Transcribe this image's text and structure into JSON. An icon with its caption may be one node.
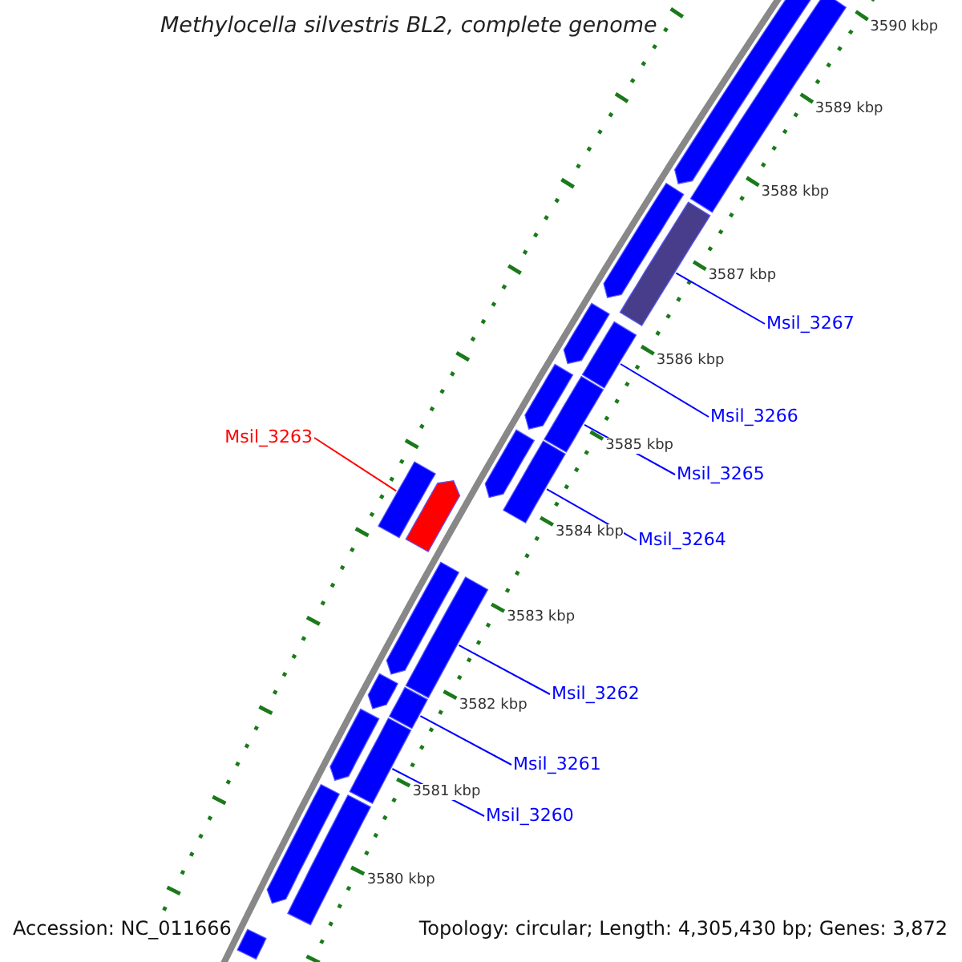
{
  "diagram": {
    "title": "Methylocella silvestris BL2, complete genome",
    "nodes": [
      {
        "text": [
          "Msil_3267"
        ]
      },
      {
        "text": [
          "Msil_3266"
        ]
      },
      {
        "text": [
          "Msil_3263"
        ]
      },
      {
        "text": [
          "Msil_3265"
        ]
      },
      {
        "text": [
          "Msil_3264"
        ]
      },
      {
        "text": [
          "Msil_3262"
        ]
      },
      {
        "text": [
          "Msil_3261"
        ]
      },
      {
        "text": [
          "Msil_3260"
        ]
      },
      {
        "text": [],
        "shape": "bar"
      },
      {
        "text": [],
        "shape": "bar"
      },
      {
        "text": [],
        "shape": "bar"
      },
      {
        "text": [],
        "shape": "bar"
      },
      {
        "text": [],
        "shape": "bar"
      },
      {
        "text": [],
        "shape": "bar"
      },
      {
        "text": [],
        "shape": "bar"
      },
      {
        "text": [],
        "shape": "bar"
      },
      {
        "text": [],
        "shape": "bar"
      },
      {
        "text": [],
        "shape": "arrow"
      },
      {
        "text": [],
        "shape": "arrow"
      },
      {
        "text": [],
        "shape": "arrow"
      },
      {
        "text": [],
        "shape": "arrow"
      },
      {
        "text": [],
        "shape": "arrow"
      },
      {
        "text": [],
        "shape": "arrow"
      },
      {
        "text": [],
        "shape": "arrow"
      },
      {
        "text": [],
        "shape": "arrow"
      },
      {
        "text": [],
        "shape": "arrow"
      },
      {
        "text": [],
        "shape": "bar"
      },
      {
        "text": [],
        "shape": "bar"
      },
      {
        "text": [],
        "shape": "arrow"
      }
    ],
    "edges": [
      {
        "from": 0,
        "to": 8,
        "arrow": "none"
      },
      {
        "from": 1,
        "to": 9,
        "arrow": "none"
      },
      {
        "from": 2,
        "to": 12,
        "arrow": "none",
        "color": "#ff0000"
      },
      {
        "from": 3,
        "to": 10,
        "arrow": "none"
      },
      {
        "from": 4,
        "to": 11,
        "arrow": "none"
      },
      {
        "from": 5,
        "to": 13,
        "arrow": "none"
      },
      {
        "from": 6,
        "to": 14,
        "arrow": "none"
      },
      {
        "from": 7,
        "to": 15,
        "arrow": "none"
      }
    ],
    "labels": [
      "3590 kbp",
      "3589 kbp",
      "3588 kbp",
      "3587 kbp",
      "3586 kbp",
      "3585 kbp",
      "3584 kbp",
      "3583 kbp",
      "3582 kbp",
      "3581 kbp",
      "3580 kbp",
      "Accession: NC_011666",
      "Topology: circular; Length: 4,305,430 bp; Genes: 3,872"
    ]
  }
}
